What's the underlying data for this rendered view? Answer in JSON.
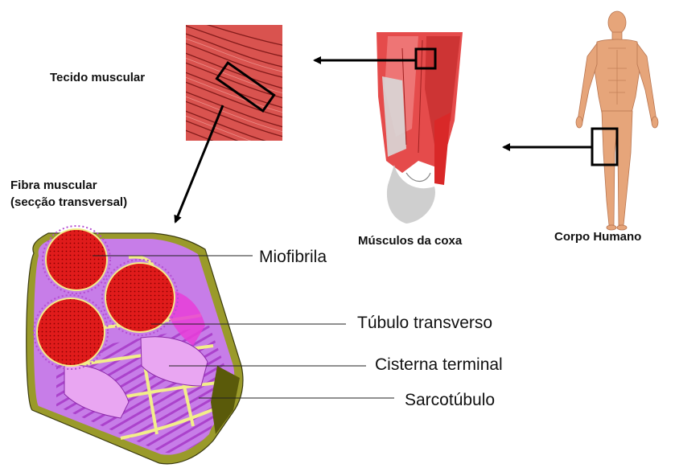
{
  "labels": {
    "tecido": "Tecido muscular",
    "fibra_line1": "Fibra muscular",
    "fibra_line2": "(secção transversal)",
    "coxa": "Músculos da coxa",
    "corpo": "Corpo Humano"
  },
  "parts": {
    "miofibrila": "Miofibrila",
    "tubulo": "Túbulo transverso",
    "cisterna": "Cisterna terminal",
    "sarcotubulo": "Sarcotúbulo"
  },
  "colors": {
    "muscle_red": "#d9534f",
    "myofibril_red": "#e01b1b",
    "fiber_purple": "#c77de8",
    "membrane_olive": "#9a9a2a",
    "tubule_yellow": "#f2ee8a",
    "body_skin": "#e6a57a"
  }
}
